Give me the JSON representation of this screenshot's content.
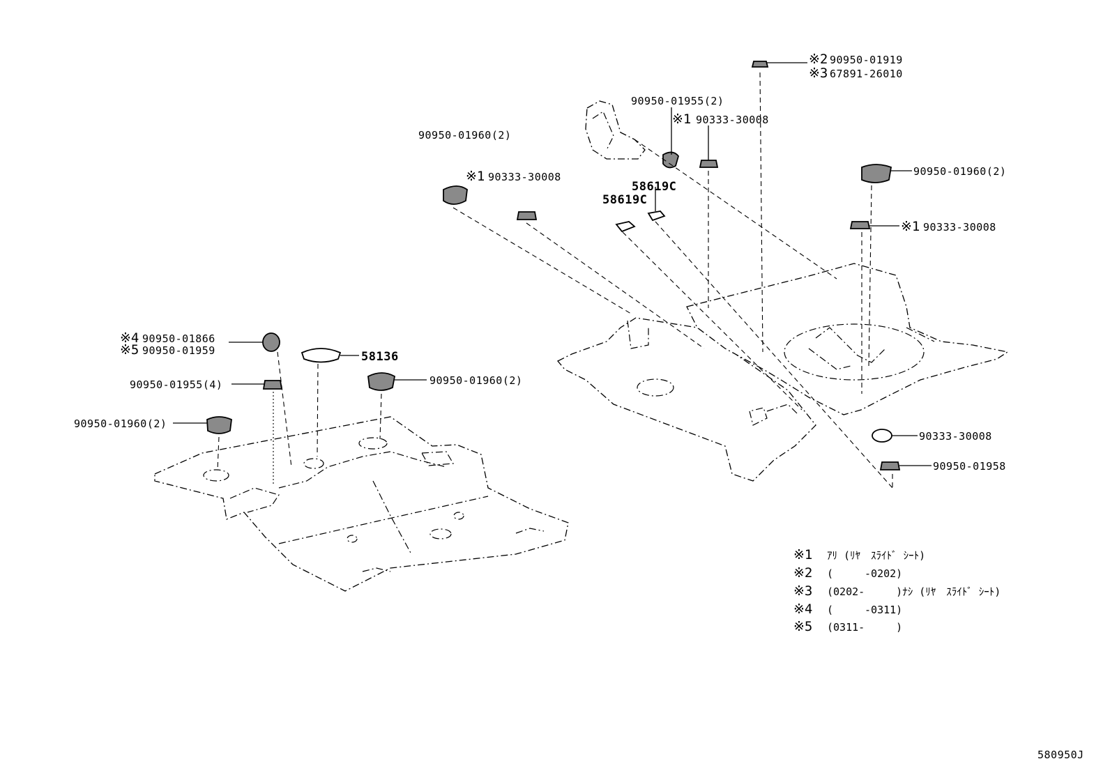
{
  "diagram_id": "580950J",
  "callouts": {
    "c_2": {
      "mark": "※2",
      "part": "90950-01919"
    },
    "c_3": {
      "mark": "※3",
      "part": "67891-26010"
    },
    "c_9095001955_2": {
      "part": "90950-01955(2)"
    },
    "c_1_top": {
      "mark": "※1",
      "part": "90333-30008"
    },
    "c_9095001960_tl": {
      "part": "90950-01960(2)"
    },
    "c_1_left": {
      "mark": "※1",
      "part": "90333-30008"
    },
    "c_58619c_a": {
      "part": "58619C"
    },
    "c_58619c_b": {
      "part": "58619C"
    },
    "c_9095001960_tr": {
      "part": "90950-01960(2)"
    },
    "c_1_right": {
      "mark": "※1",
      "part": "90333-30008"
    },
    "c_4": {
      "mark": "※4",
      "part": "90950-01866"
    },
    "c_5": {
      "mark": "※5",
      "part": "90950-01959"
    },
    "c_58136": {
      "part": "58136"
    },
    "c_9095001955_4": {
      "part": "90950-01955(4)"
    },
    "c_9095001960_m": {
      "part": "90950-01960(2)"
    },
    "c_9095001960_l": {
      "part": "90950-01960(2)"
    },
    "c_90333": {
      "part": "90333-30008"
    },
    "c_9095001958": {
      "part": "90950-01958"
    }
  },
  "notes": [
    {
      "mark": "※1",
      "text": "ｱﾘ (ﾘﾔ　ｽﾗｲﾄﾞ ｼｰﾄ)"
    },
    {
      "mark": "※2",
      "text": "(　　　-0202)"
    },
    {
      "mark": "※3",
      "text": "(0202-　　　)ﾅｼ (ﾘﾔ　ｽﾗｲﾄﾞ ｼｰﾄ)"
    },
    {
      "mark": "※4",
      "text": "(　　　-0311)"
    },
    {
      "mark": "※5",
      "text": "(0311-　　　)"
    }
  ]
}
